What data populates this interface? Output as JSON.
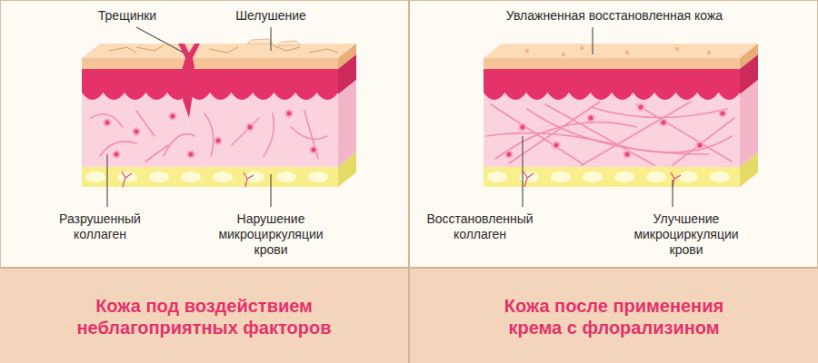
{
  "diagram": {
    "nodes": [
      {
        "text": [
          "Кожа под воздействием неблагоприятных факторов"
        ]
      },
      {
        "text": [
          "Кожа после применения крема с флорализином"
        ]
      }
    ],
    "labels": [
      "Трещинки",
      "Шелушение",
      "Разрушенный коллаген",
      "Нарушение микроциркуляции крови",
      "Увлажненная восстановленная кожа",
      "Восстановленный коллаген",
      "Улучшение микроциркуляции крови"
    ]
  }
}
